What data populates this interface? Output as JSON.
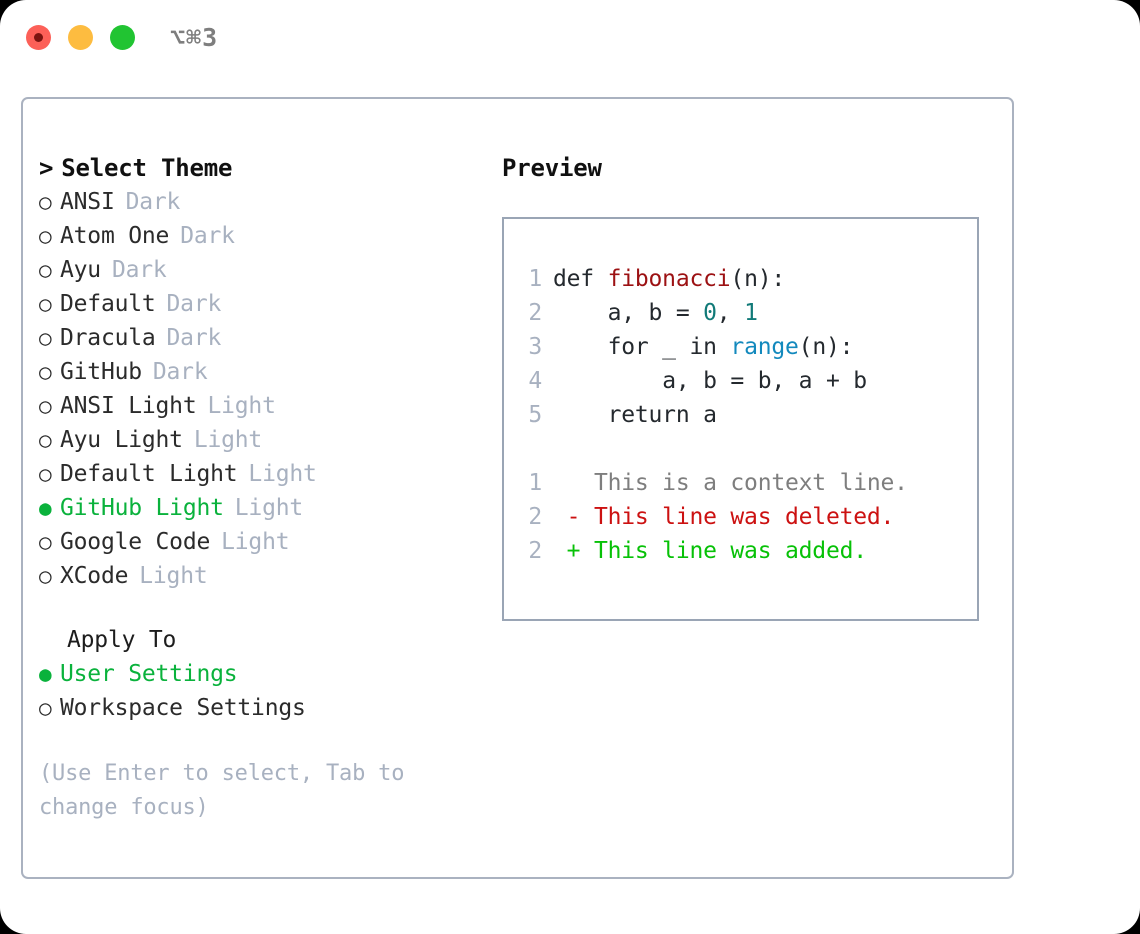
{
  "titlebar": {
    "shortcut": "⌥⌘3",
    "buttons": [
      {
        "name": "close",
        "color": "#fc6058"
      },
      {
        "name": "minimize",
        "color": "#fdbc40"
      },
      {
        "name": "zoom",
        "color": "#21c432"
      }
    ]
  },
  "colors": {
    "accent_green": "#0ab23c",
    "muted": "#a8b1c0",
    "border": "#aab2c0",
    "preview_border": "#9aa5b5",
    "diff_add": "#07c107",
    "diff_del": "#cc1111",
    "code_fn": "#9c1113",
    "code_num": "#117a78",
    "code_builtin": "#1389bd"
  },
  "theme_panel": {
    "caret": ">",
    "title": "Select Theme",
    "bullet_selected": "●",
    "bullet_unselected": "○",
    "items": [
      {
        "label": "ANSI",
        "tag": "Dark",
        "selected": false
      },
      {
        "label": "Atom One",
        "tag": "Dark",
        "selected": false
      },
      {
        "label": "Ayu",
        "tag": "Dark",
        "selected": false
      },
      {
        "label": "Default",
        "tag": "Dark",
        "selected": false
      },
      {
        "label": "Dracula",
        "tag": "Dark",
        "selected": false
      },
      {
        "label": "GitHub",
        "tag": "Dark",
        "selected": false
      },
      {
        "label": "ANSI Light",
        "tag": "Light",
        "selected": false
      },
      {
        "label": "Ayu Light",
        "tag": "Light",
        "selected": false
      },
      {
        "label": "Default Light",
        "tag": "Light",
        "selected": false
      },
      {
        "label": "GitHub Light",
        "tag": "Light",
        "selected": true
      },
      {
        "label": "Google Code",
        "tag": "Light",
        "selected": false
      },
      {
        "label": "XCode",
        "tag": "Light",
        "selected": false
      }
    ]
  },
  "apply_to": {
    "title": "Apply To",
    "items": [
      {
        "label": "User Settings",
        "selected": true
      },
      {
        "label": "Workspace Settings",
        "selected": false
      }
    ]
  },
  "hint": "(Use Enter to select, Tab to change focus)",
  "preview": {
    "title": "Preview",
    "code_lines": [
      {
        "n": "1",
        "indent": "",
        "tokens": [
          {
            "t": "def ",
            "c": "plain"
          },
          {
            "t": "fibonacci",
            "c": "fn"
          },
          {
            "t": "(n):",
            "c": "plain"
          }
        ]
      },
      {
        "n": "2",
        "indent": "    ",
        "tokens": [
          {
            "t": "a, b = ",
            "c": "plain"
          },
          {
            "t": "0",
            "c": "num"
          },
          {
            "t": ", ",
            "c": "plain"
          },
          {
            "t": "1",
            "c": "num"
          }
        ]
      },
      {
        "n": "3",
        "indent": "    ",
        "tokens": [
          {
            "t": "for _ in ",
            "c": "plain"
          },
          {
            "t": "range",
            "c": "builtin"
          },
          {
            "t": "(n):",
            "c": "plain"
          }
        ]
      },
      {
        "n": "4",
        "indent": "        ",
        "tokens": [
          {
            "t": "a, b = b, a + b",
            "c": "plain"
          }
        ]
      },
      {
        "n": "5",
        "indent": "    ",
        "tokens": [
          {
            "t": "return a",
            "c": "plain"
          }
        ]
      }
    ],
    "diff_lines": [
      {
        "n": "1",
        "marker": "  ",
        "text": "This is a context line.",
        "kind": "context"
      },
      {
        "n": "2",
        "marker": "- ",
        "text": "This line was deleted.",
        "kind": "del"
      },
      {
        "n": "2",
        "marker": "+ ",
        "text": "This line was added.",
        "kind": "add"
      }
    ]
  }
}
